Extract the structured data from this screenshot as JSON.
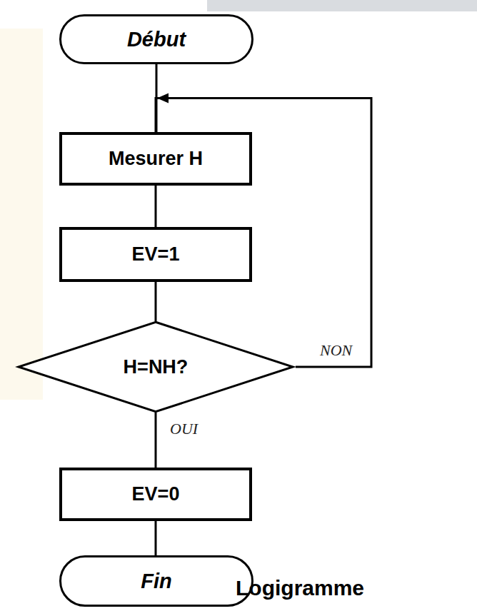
{
  "diagram": {
    "nodes": [
      {
        "text": [
          "Début"
        ]
      },
      {
        "text": [
          "Mesurer H"
        ]
      },
      {
        "text": [
          "EV=1"
        ]
      },
      {
        "text": [
          "H=NH?"
        ]
      },
      {
        "text": [
          "EV=0"
        ]
      },
      {
        "text": [
          "Fin"
        ]
      }
    ],
    "edges": [
      {
        "from": 0,
        "to": 1,
        "arrow": "none"
      },
      {
        "from": 1,
        "to": 2,
        "arrow": "none"
      },
      {
        "from": 2,
        "to": 3,
        "arrow": "none"
      },
      {
        "from": 3,
        "to": 1,
        "label": "NON",
        "arrow": "to"
      },
      {
        "from": 3,
        "to": 4,
        "label": "OUI",
        "arrow": "none"
      },
      {
        "from": 4,
        "to": 5,
        "arrow": "none"
      }
    ],
    "labels": [
      "Logigramme"
    ]
  }
}
